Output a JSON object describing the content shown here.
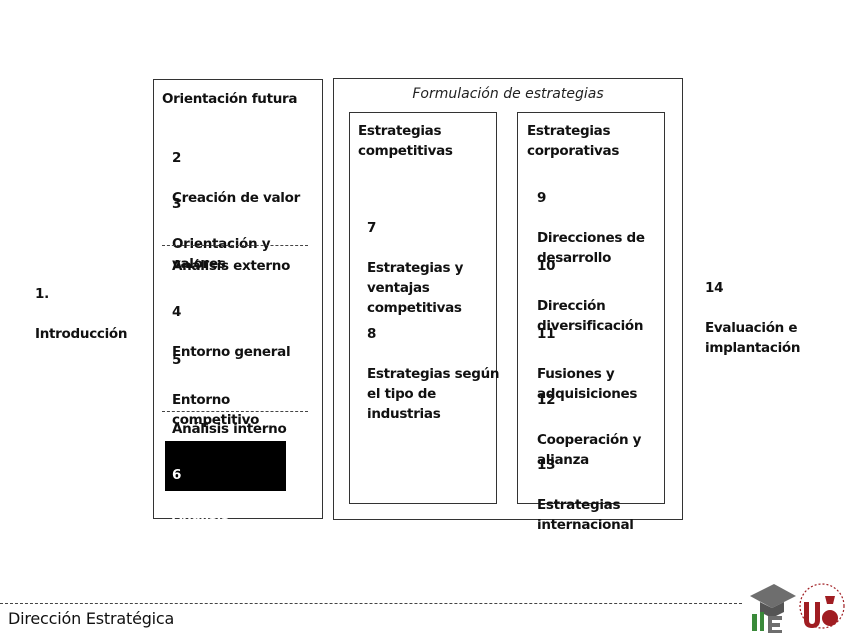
{
  "intro": {
    "num": "1.",
    "label": "Introducción"
  },
  "evaluation": {
    "num": "14",
    "label": "Evaluación e\nimplantación"
  },
  "left_panel": {
    "orientation_header": "Orientación futura",
    "items_orientation": [
      {
        "num": "2",
        "label": "Creación de valor"
      },
      {
        "num": "3",
        "label": "Orientación y\nvalores"
      }
    ],
    "external_header": "Análisis externo",
    "items_external": [
      {
        "num": "4",
        "label": "Entorno general"
      },
      {
        "num": "5",
        "label": "Entorno\ncompetitivo"
      }
    ],
    "internal_header": "Análisis interno",
    "item_internal": {
      "num": "6",
      "label": "Análisis interno"
    }
  },
  "formulation": {
    "title": "Formulación de estrategias",
    "competitive": {
      "header": "Estrategias\ncompetitivas",
      "items": [
        {
          "num": "7",
          "label": "Estrategias y\nventajas\ncompetitivas"
        },
        {
          "num": "8",
          "label": "Estrategias según\nel tipo de\nindustrias"
        }
      ]
    },
    "corporate": {
      "header": "Estrategias\ncorporativas",
      "items": [
        {
          "num": "9",
          "label": "Direcciones de\ndesarrollo"
        },
        {
          "num": "10",
          "label": "Dirección\ndiversificación"
        },
        {
          "num": "11",
          "label": "Fusiones y\nadquisiciones"
        },
        {
          "num": "12",
          "label": "Cooperación y\nalianza"
        },
        {
          "num": "13",
          "label": "Estrategias\ninternacional"
        }
      ]
    }
  },
  "footer": {
    "title": "Dirección Estratégica"
  },
  "colors": {
    "highlight_bg": "#000000",
    "logo_red": "#a01d22",
    "logo_green": "#3a8a3a",
    "logo_gray": "#6e6e6e"
  }
}
